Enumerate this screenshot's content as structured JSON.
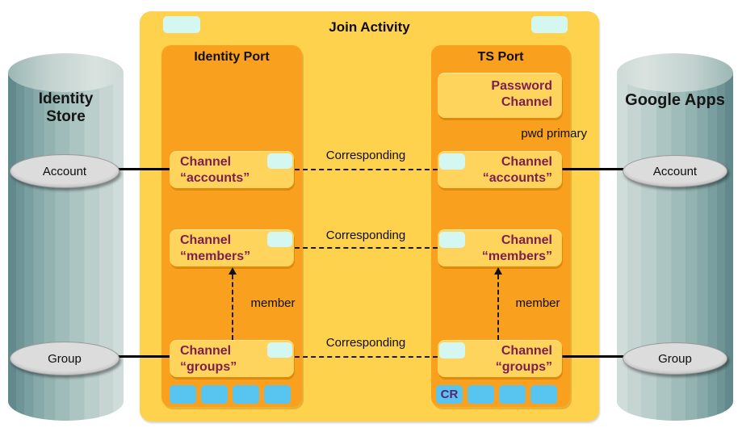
{
  "palette": {
    "container_yellow": "#FFD24E",
    "port_orange": "#F9A01E",
    "channel_box_yellow": "#FFD45C",
    "pale_cyan_chip": "#D5F7F1",
    "blue_slot": "#58C4F0",
    "maroon_text": "#7D1E4F",
    "cr_text_purple": "#5F2170",
    "cylinder_teal_dark": "#62898B",
    "cylinder_teal_light": "#CFDCD9",
    "ellipse_gray": "#DCDCDC"
  },
  "left_datastore": {
    "title": "Identity\nStore",
    "account_label": "Account",
    "group_label": "Group"
  },
  "right_datastore": {
    "title": "Google Apps",
    "account_label": "Account",
    "group_label": "Group"
  },
  "join_activity": {
    "title": "Join Activity"
  },
  "identity_port": {
    "title": "Identity Port",
    "channels": [
      {
        "line1": "Channel",
        "line2": "“accounts”"
      },
      {
        "line1": "Channel",
        "line2": "“members”"
      },
      {
        "line1": "Channel",
        "line2": "“groups”"
      }
    ]
  },
  "ts_port": {
    "title": "TS Port",
    "password_channel": "Password\nChannel",
    "pwd_primary_label": "pwd primary",
    "channels": [
      {
        "line1": "Channel",
        "line2": "“accounts”"
      },
      {
        "line1": "Channel",
        "line2": "“members”"
      },
      {
        "line1": "Channel",
        "line2": "“groups”"
      }
    ],
    "cr_label": "CR"
  },
  "labels": {
    "corresponding": "Corresponding",
    "member": "member"
  }
}
